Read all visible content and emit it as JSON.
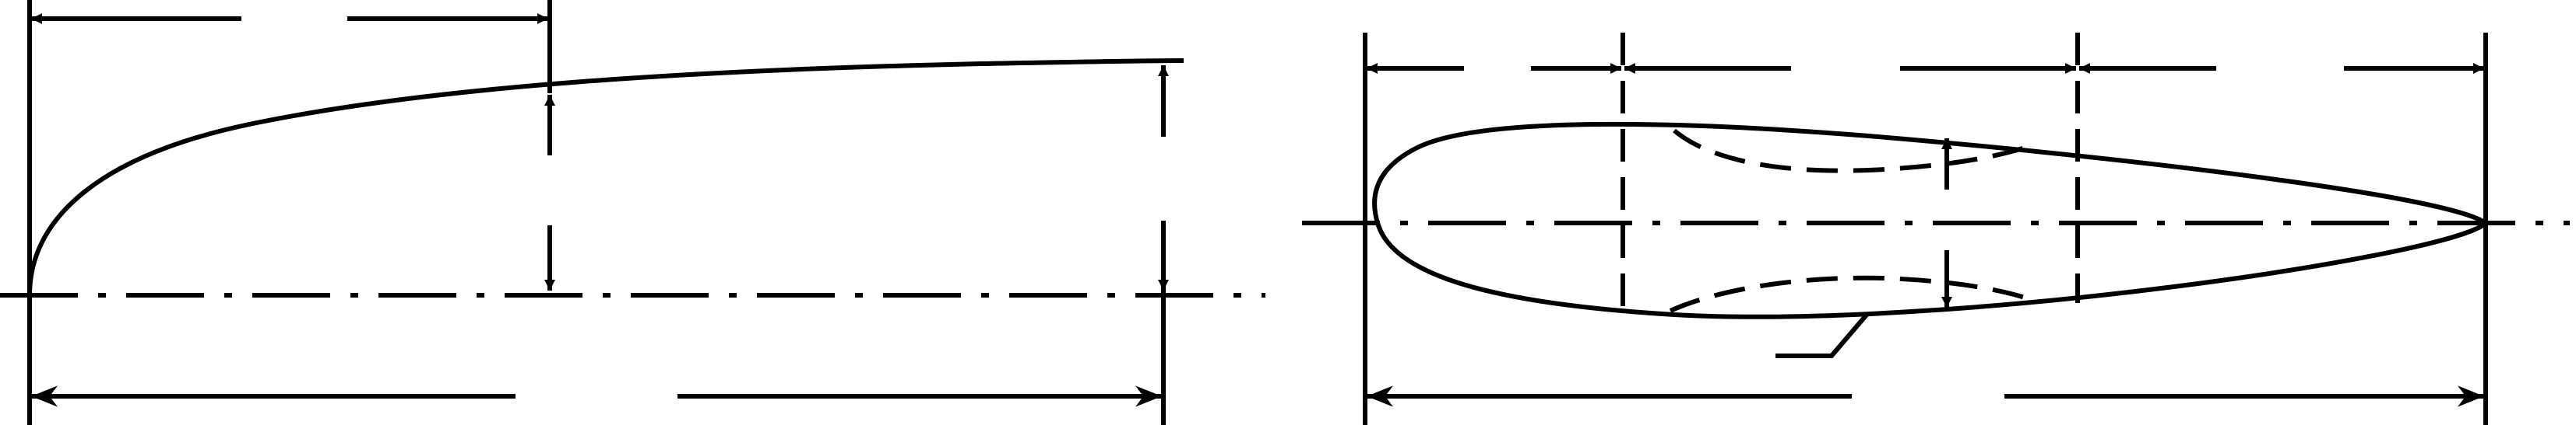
{
  "figures": [
    {
      "name": "airfoil-profile-view",
      "shape": "half-ogive profile with dimension arrows"
    },
    {
      "name": "airfoil-section-view",
      "shape": "ellipse section with dashed inner profile and dimension arrows"
    }
  ],
  "colors": {
    "ink": "#000000",
    "background": "#ffffff"
  }
}
